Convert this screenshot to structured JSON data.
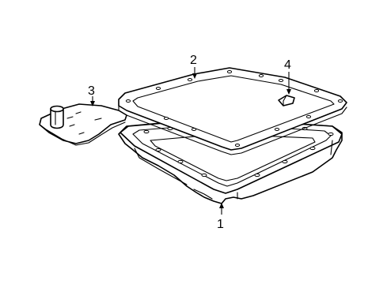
{
  "callouts": [
    {
      "id": "pan",
      "label": "1"
    },
    {
      "id": "gasket",
      "label": "2"
    },
    {
      "id": "filter",
      "label": "3"
    },
    {
      "id": "magnet",
      "label": "4"
    }
  ]
}
